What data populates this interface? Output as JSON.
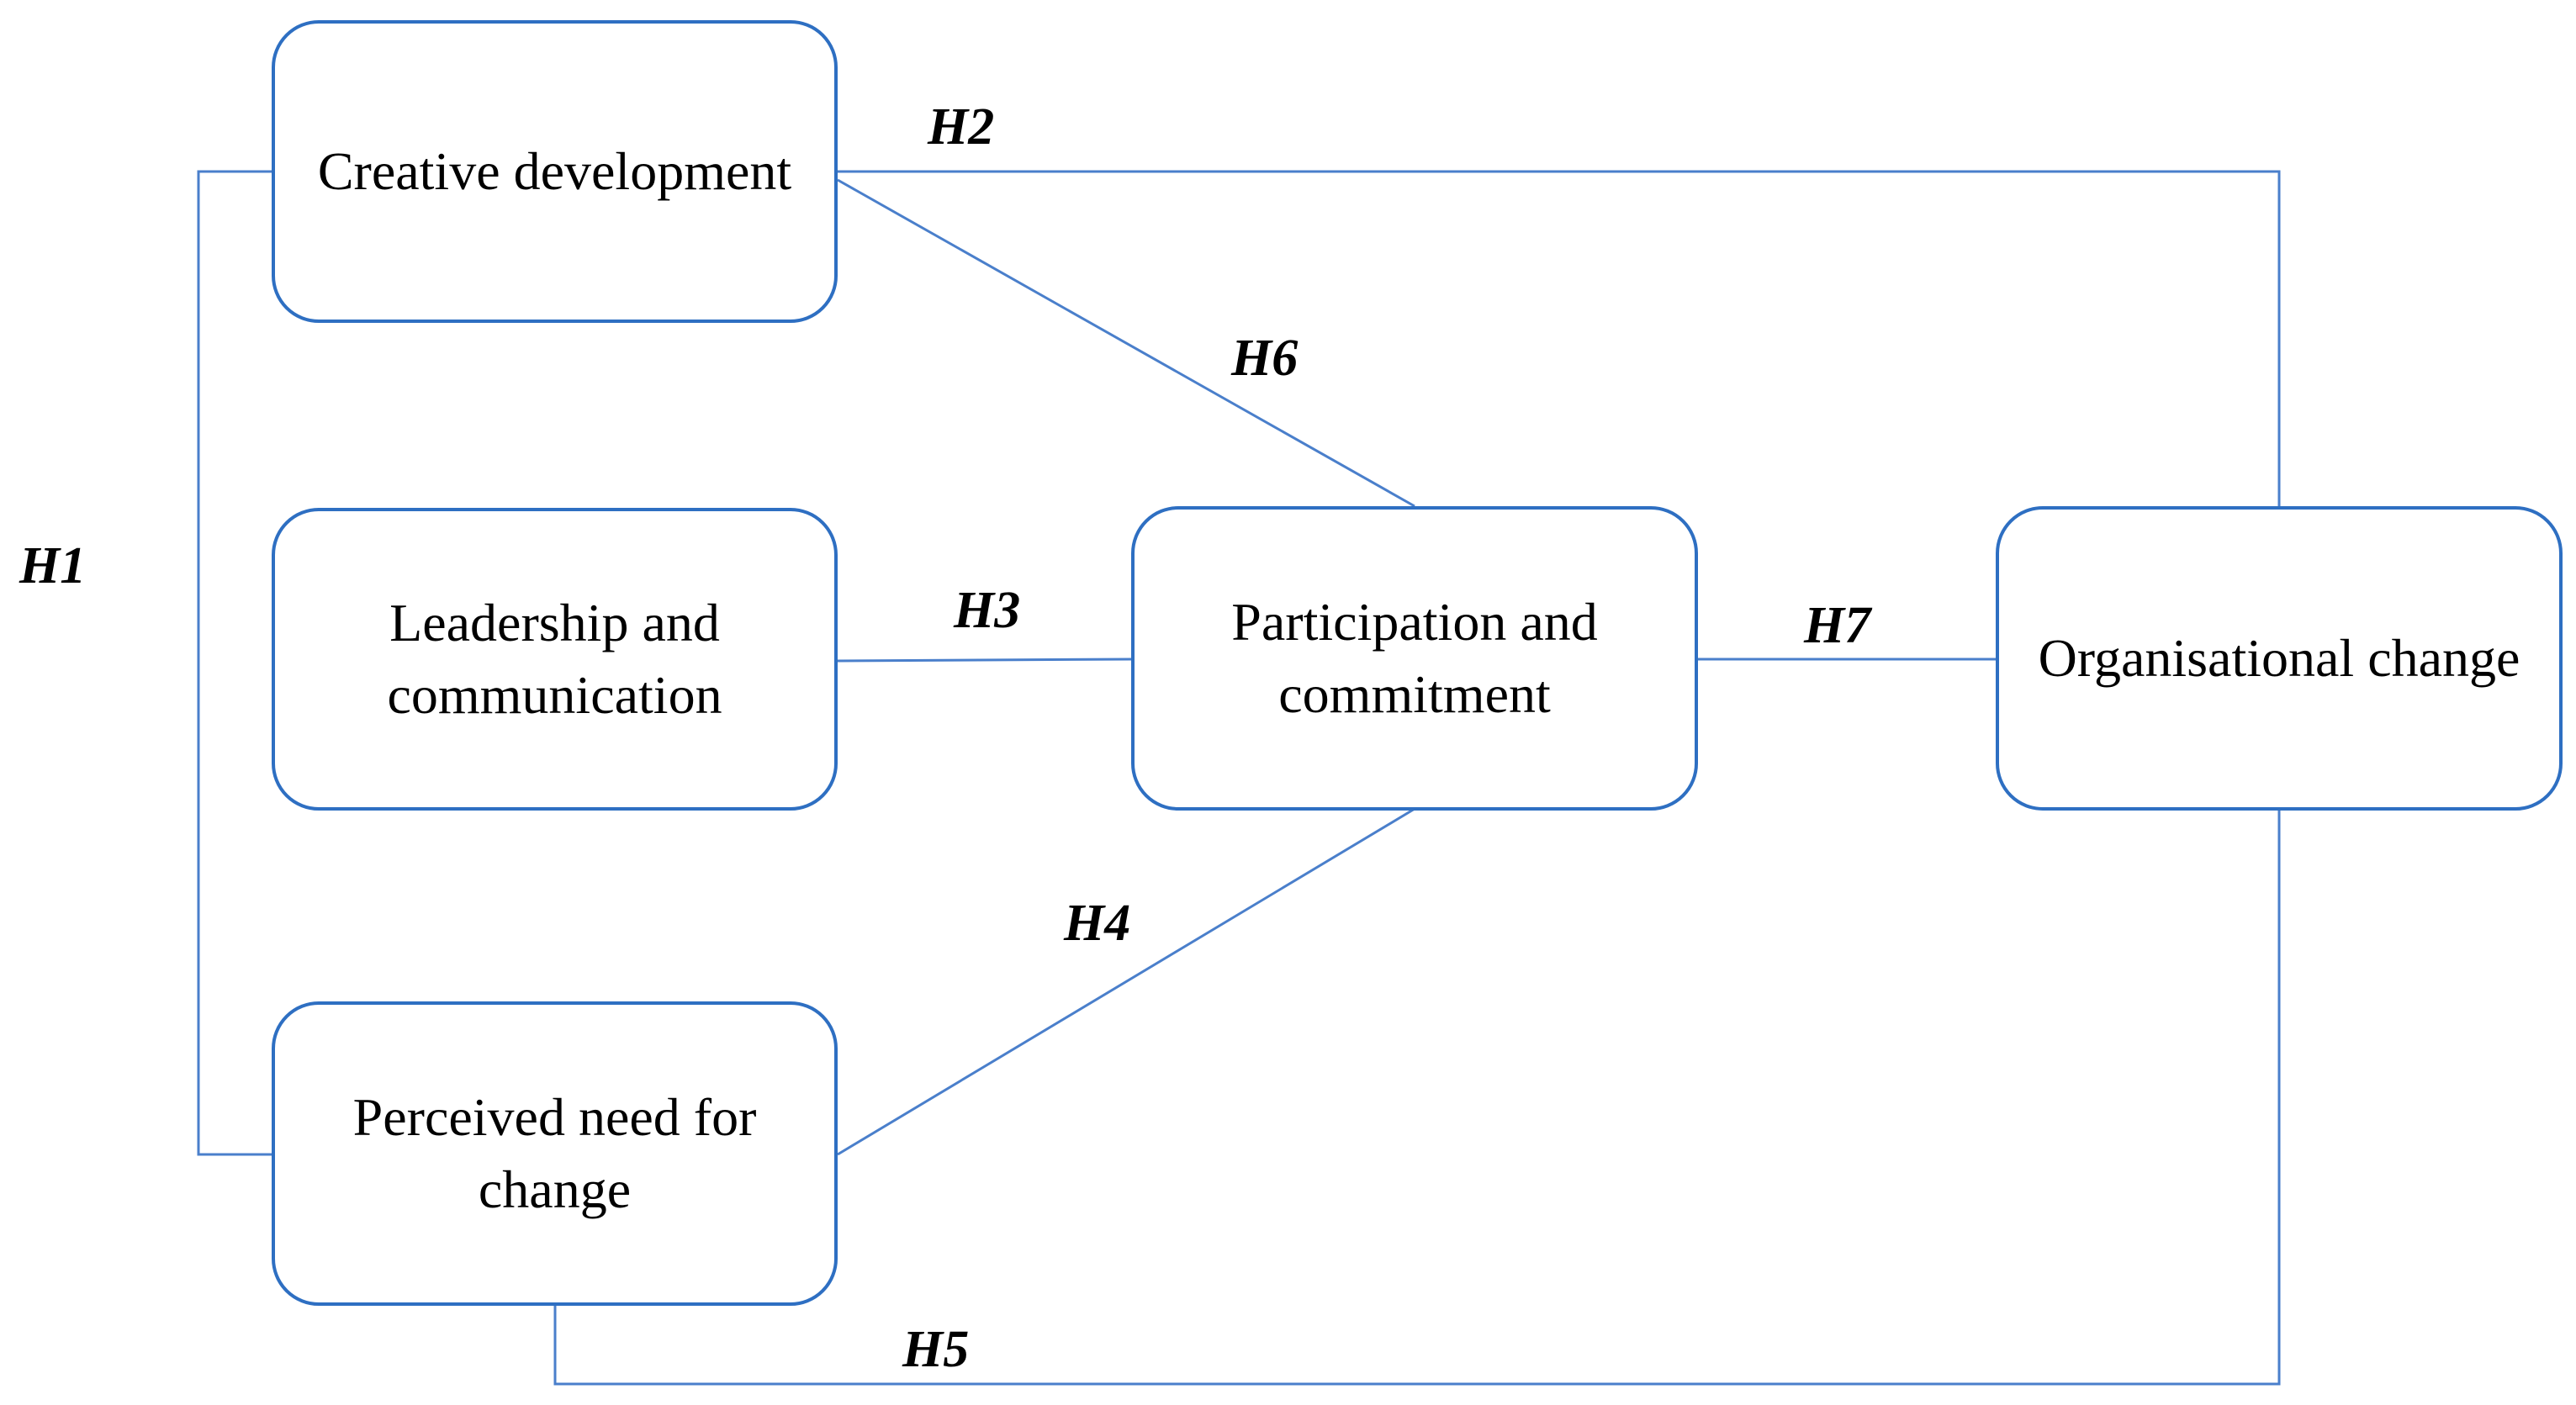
{
  "diagram": {
    "line_color": "#4a7fcb",
    "box_border_color": "#2e6fc2",
    "nodes": {
      "creative_development": "Creative development",
      "leadership_communication": "Leadership and communication",
      "perceived_need": "Perceived need for change",
      "participation_commitment": "Participation and commitment",
      "organisational_change": "Organisational change"
    },
    "edges": {
      "h1": "H1",
      "h2": "H2",
      "h3": "H3",
      "h4": "H4",
      "h5": "H5",
      "h6": "H6",
      "h7": "H7"
    }
  }
}
